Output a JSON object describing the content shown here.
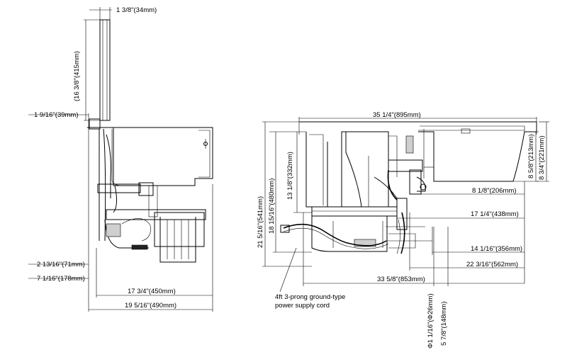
{
  "left_view": {
    "lid_thickness": "1 3/8\"(34mm)",
    "lid_height": "(16 3/8\"(415mm)",
    "rim_offset": "1 9/16\"(39mm)",
    "low_offset": "2 13/16\"(71mm)",
    "body_height": "7 1/16\"(178mm)",
    "inner_depth": "17 3/4\"(450mm)",
    "total_depth": "19 5/16\"(490mm)"
  },
  "right_view": {
    "total_width": "35 1/4\"(895mm)",
    "height_total": "21 5/16\"(541mm)",
    "height_mid": "18 15/16\"(480mm)",
    "height_unit": "13 1/8\"(332mm)",
    "sink_depth": "8 5/8\"(213mm)",
    "sink_depth_total": "8 3/4\"(221mm)",
    "drain_offset": "8 1/8\"(206mm)",
    "width_438": "17 1/4\"(438mm)",
    "width_356": "14 1/16\"(356mm)",
    "width_562": "22 3/16\"(562mm)",
    "width_853": "33 5/8\"(853mm)",
    "pipe_diameter": "Φ1 1/16\"(Φ26mm)",
    "pipe_height": "5 7/8\"(148mm)",
    "cord_note_line1": "4ft 3-prong ground-type",
    "cord_note_line2": "power supply cord"
  }
}
